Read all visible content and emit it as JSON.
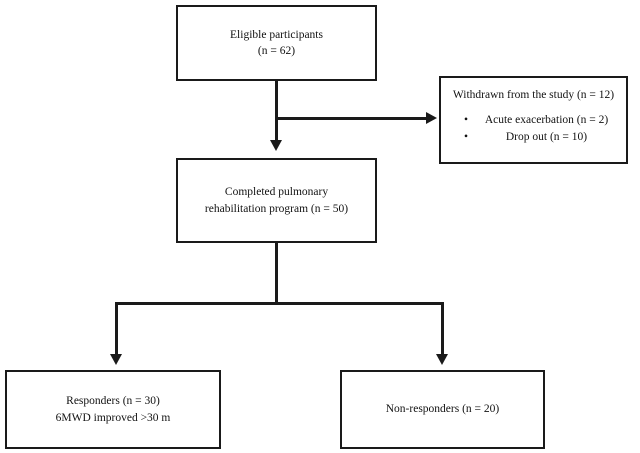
{
  "diagram": {
    "type": "study-flow-diagram",
    "nodes": {
      "eligible": {
        "name": "eligible-participants",
        "lines": [
          "Eligible participants",
          "(n = 62)"
        ]
      },
      "withdrawn": {
        "name": "withdrawn-from-study",
        "title": "Withdrawn from the study (n = 12)",
        "bullet": "•",
        "items": [
          "Acute exacerbation (n = 2)",
          "Drop out (n = 10)"
        ]
      },
      "completed": {
        "name": "completed-pulmonary-rehabilitation",
        "lines": [
          "Completed pulmonary",
          "rehabilitation program (n = 50)"
        ]
      },
      "responders": {
        "name": "responders",
        "lines": [
          "Responders (n = 30)",
          "6MWD improved >30 m"
        ]
      },
      "nonresponders": {
        "name": "non-responders",
        "lines": [
          "Non-responders (n = 20)"
        ]
      }
    },
    "edges": [
      {
        "from": "eligible",
        "to": "completed",
        "style": "arrow-down"
      },
      {
        "from": "eligible",
        "to": "withdrawn",
        "style": "arrow-right"
      },
      {
        "from": "completed",
        "to": "responders",
        "style": "arrow-down"
      },
      {
        "from": "completed",
        "to": "nonresponders",
        "style": "arrow-down"
      }
    ],
    "colors": {
      "stroke": "#1a1a1a",
      "background": "#ffffff",
      "text": "#121212"
    }
  }
}
